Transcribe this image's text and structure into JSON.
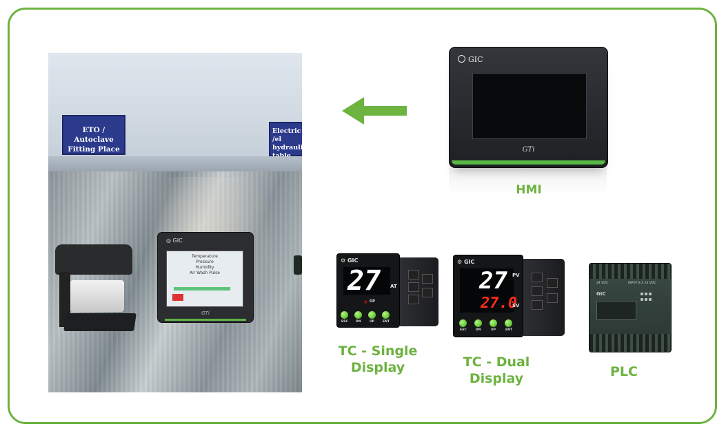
{
  "photo": {
    "sign_left": [
      "ETO / Autoclave",
      "Fitting Place"
    ],
    "sign_right": [
      "Electric /el",
      "hydraulic",
      "table fitting"
    ],
    "mini_hmi": {
      "logo": "GIC",
      "screen_lines": [
        "Temperature",
        "Pressure",
        "Humidity",
        "Air Wash Pulse"
      ],
      "brand": "GTi"
    }
  },
  "arrow": {
    "direction": "left",
    "color": "#6cb33f"
  },
  "hmi": {
    "logo": "GIC",
    "brand": "GTi",
    "caption": "HMI"
  },
  "tc_single": {
    "logo": "GIC",
    "value": "27",
    "tag": "AT",
    "led_label": "OP",
    "buttons": [
      "ESC",
      "DN",
      "UP",
      "ENT"
    ],
    "caption_lines": [
      "TC - Single",
      "Display"
    ]
  },
  "tc_dual": {
    "logo": "GIC",
    "pv_value": "27",
    "sv_value": "27.0",
    "pv_label": "PV",
    "sv_label": "SV",
    "buttons": [
      "ESC",
      "DN",
      "UP",
      "ENT"
    ],
    "caption_lines": [
      "TC - Dual",
      "Display"
    ]
  },
  "plc": {
    "logo": "GIC",
    "top_label": "24 VDC",
    "top_label_right": "INPUT 8 X 24 VDC",
    "caption": "PLC"
  },
  "colors": {
    "accent_green": "#6cb33f",
    "frame_border": "#6cb33f",
    "device_dark": "#1e2024",
    "sign_blue": "#2c3a8c"
  }
}
